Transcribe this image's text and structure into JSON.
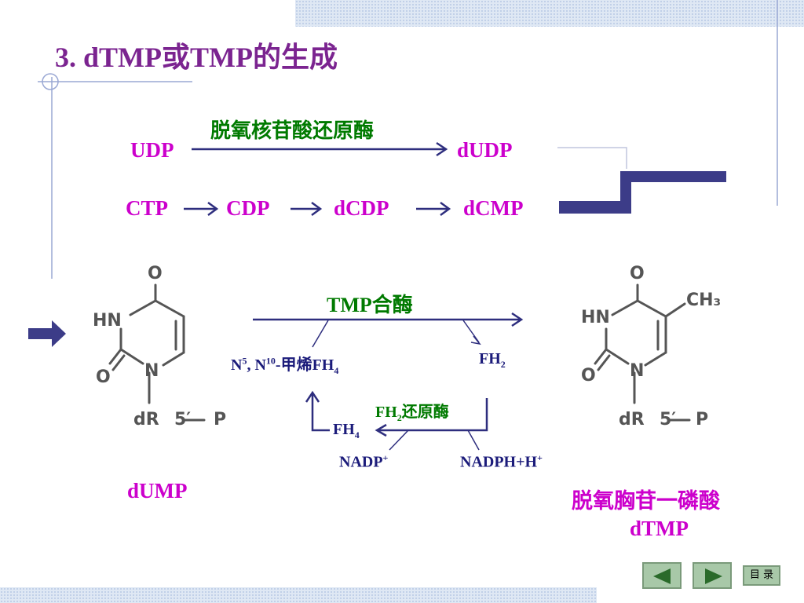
{
  "title": "3. dTMP或TMP的生成",
  "reaction1": {
    "enzyme": "脱氧核苷酸还原酶",
    "substrate": "UDP",
    "product": "dUDP"
  },
  "reaction2": {
    "steps": [
      "CTP",
      "CDP",
      "dCDP",
      "dCMP"
    ]
  },
  "main_reaction": {
    "enzyme": "TMP合酶",
    "cofactor_in_prefix": "N",
    "cofactor_in_sup1": "5",
    "cofactor_in_mid": ", N",
    "cofactor_in_sup2": "10",
    "cofactor_in_suffix": "-甲烯FH",
    "cofactor_in_sub": "4",
    "cofactor_out_base": "FH",
    "cofactor_out_sub": "2",
    "reductase_base": "FH",
    "reductase_sub": "2",
    "reductase_suffix": "还原酶",
    "regenerated_base": "FH",
    "regenerated_sub": "4",
    "nadp_base": "NADP",
    "nadp_sup": "+",
    "nadph_base": "NADPH+H",
    "nadph_sup": "+"
  },
  "dump": {
    "atom_o_top": "O",
    "atom_hn": "HN",
    "atom_o_left": "O",
    "atom_n": "N",
    "sugar": "dR",
    "position": "5′",
    "phosphate": "P",
    "label": "dUMP"
  },
  "dtmp": {
    "atom_o_top": "O",
    "methyl": "CH₃",
    "atom_hn": "HN",
    "atom_o_left": "O",
    "atom_n": "N",
    "sugar": "dR",
    "position": "5′",
    "phosphate": "P",
    "label_cn": "脱氧胸苷一磷酸",
    "label": "dTMP"
  },
  "nav": {
    "menu_label": "目 录"
  },
  "colors": {
    "title": "#7b2490",
    "magenta": "#cc00cc",
    "green": "#007a00",
    "navy": "#2e2e7e",
    "structure": "#555555"
  }
}
